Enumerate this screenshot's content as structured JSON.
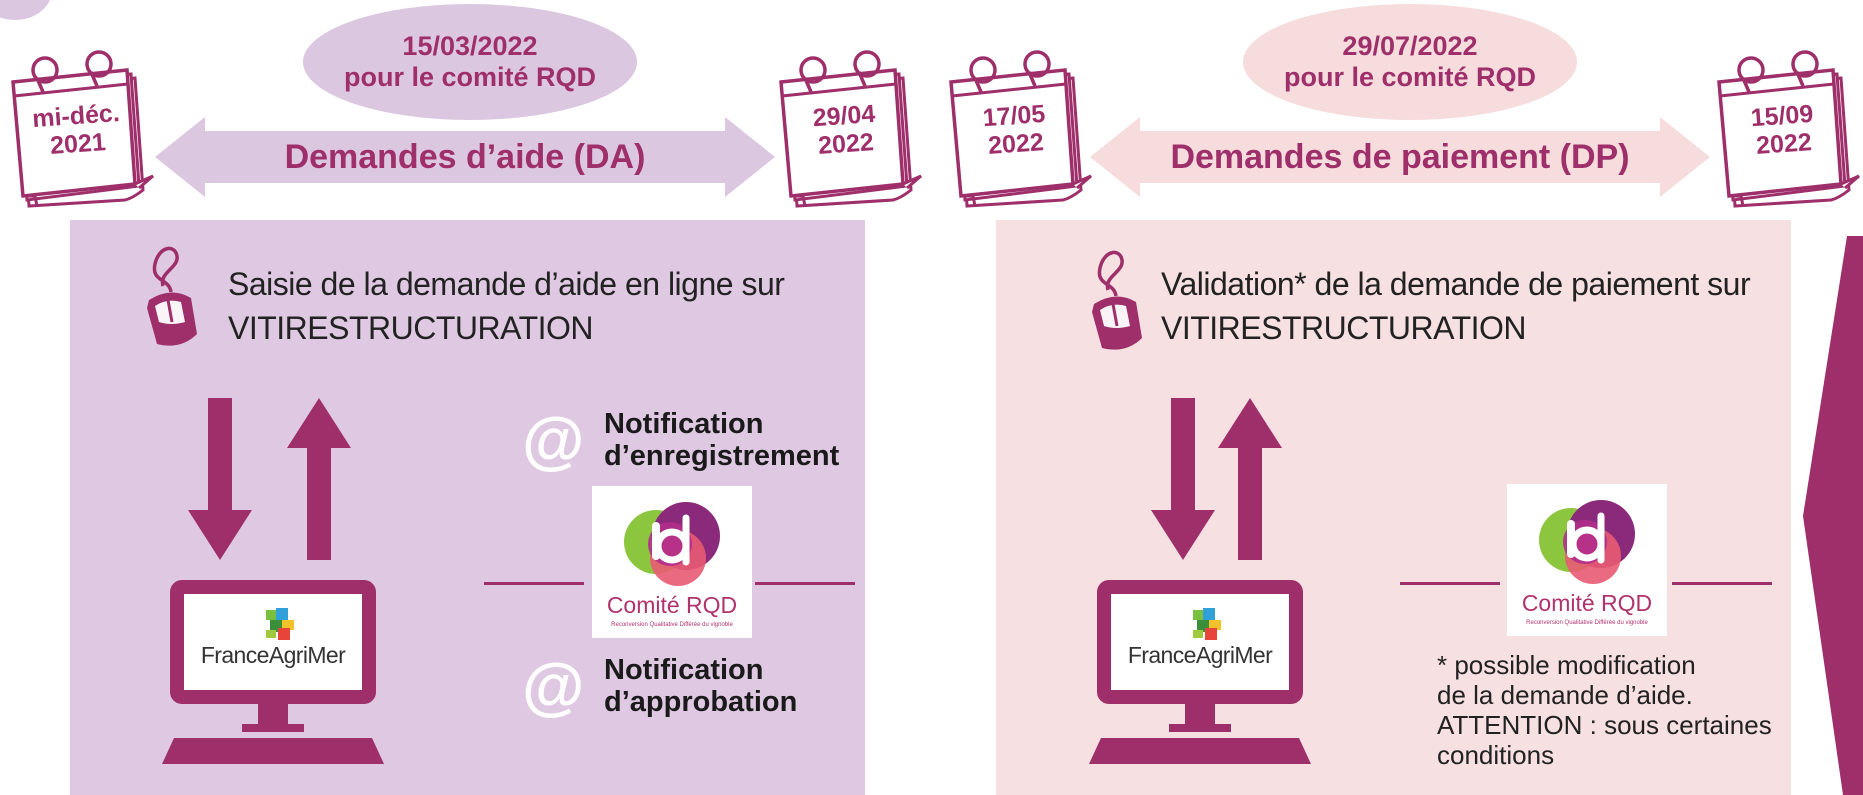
{
  "timeline": {
    "da": {
      "start": {
        "line1": "mi-déc.",
        "line2": "2021"
      },
      "end": {
        "line1": "29/04",
        "line2": "2022"
      },
      "committee": {
        "line1": "15/03/2022",
        "line2": "pour le comité RQD"
      },
      "label": "Demandes d’aide (DA)"
    },
    "dp": {
      "start": {
        "line1": "17/05",
        "line2": "2022"
      },
      "end": {
        "line1": "15/09",
        "line2": "2022"
      },
      "committee": {
        "line1": "29/07/2022",
        "line2": "pour le comité RQD"
      },
      "label": "Demandes de paiement (DP)"
    }
  },
  "panels": {
    "da": {
      "step_line1": "Saisie de la demande d’aide en ligne sur",
      "step_line2": "VITIRESTRUCTURATION",
      "computer_label": "FranceAgriMer",
      "notification_1": {
        "line1": "Notification",
        "line2": "d’enregistrement"
      },
      "notification_2": {
        "line1": "Notification",
        "line2": "d’approbation"
      },
      "rqd_title": "Comité RQD",
      "rqd_sub": "Reconversion Qualitative Différée du vignoble"
    },
    "dp": {
      "step_line1": "Validation* de la demande de paiement sur",
      "step_line2": "VITIRESTRUCTURATION",
      "computer_label": "FranceAgriMer",
      "rqd_title": "Comité RQD",
      "rqd_sub": "Reconversion Qualitative Différée du vignoble",
      "footnote": [
        "* possible modification",
        "de la demande d’aide.",
        "ATTENTION : sous certaines",
        "conditions"
      ]
    }
  },
  "icons": [
    "calendar-icon",
    "mouse-icon",
    "down-arrow-icon",
    "up-arrow-icon",
    "computer-icon",
    "at-icon",
    "rqd-logo"
  ],
  "colors": {
    "accent": "#9e2f6a",
    "da_panel": "#dfc9e2",
    "dp_panel": "#f6e0e1",
    "da_band": "#dcc7e0",
    "dp_band": "#f6dcdd"
  }
}
